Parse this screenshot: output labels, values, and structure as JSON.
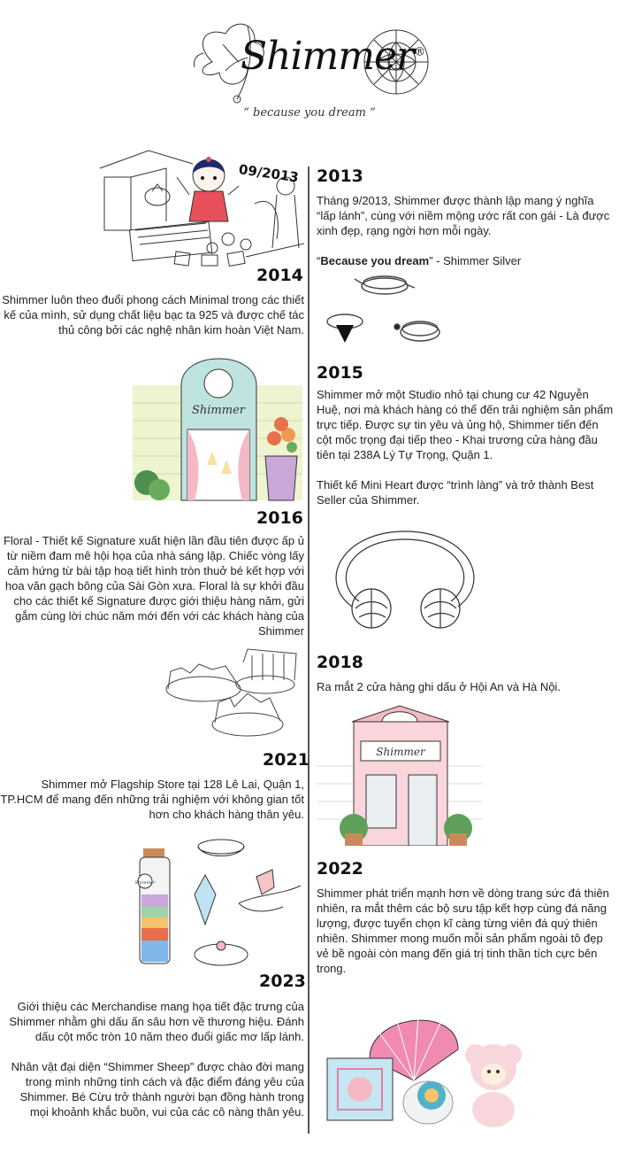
{
  "header": {
    "brand": "Shimmer",
    "registered": "®",
    "tagline": "“ because you dream ”"
  },
  "timeline": {
    "y2013": {
      "year": "2013",
      "p1": "Tháng 9/2013, Shimmer được thành lập mang ý nghĩa “lấp lánh”, cùng với niềm mộng ước rất con gái - Là được xinh đẹp, rạng ngời hơn mỗi ngày.",
      "p2_bold": "Because you dream",
      "p2_rest": "” - Shimmer Silver",
      "p2_open": "“",
      "illustration_date": "09/2013"
    },
    "y2014": {
      "year": "2014",
      "p1": "Shimmer luôn theo đuổi phong cách Minimal trong các thiết kế của mình, sử dụng chất liệu bạc ta 925 và được chế tác thủ công bởi các nghệ nhân kim hoàn Việt Nam."
    },
    "y2015": {
      "year": "2015",
      "p1": "Shimmer mở một Studio nhỏ tại chung cư 42 Nguyễn Huệ, nơi mà khách hàng có thể đến trải nghiệm sản phẩm trực tiếp. Được sự tin yêu và ủng hộ, Shimmer tiến đến cột mốc trọng đại tiếp theo - Khai trương cửa hàng đầu tiên tại 238A Lý Tự Trọng, Quận 1.",
      "p2": "Thiết kế Mini Heart được “trình làng” và trở thành Best Seller của Shimmer.",
      "shop_sign": "Shimmer"
    },
    "y2016": {
      "year": "2016",
      "p1": "Floral - Thiết kế Signature xuất hiện lần đầu tiên được ấp ủ từ niềm đam mê hội họa của nhà sáng lập. Chiếc vòng lấy cảm hứng từ bài tập hoạ tiết hình tròn thuở bé kết hợp với hoa văn gạch bông của Sài Gòn xưa. Floral là sự khởi đầu cho các thiết kế Signature được giới thiệu hàng năm, gửi gắm cùng lời chúc năm mới đến với các khách hàng của Shimmer"
    },
    "y2018": {
      "year": "2018",
      "p1": "Ra mắt 2 cửa hàng ghi dấu ở Hội An và Hà Nội.",
      "shop_sign": "Shimmer"
    },
    "y2021": {
      "year": "2021",
      "p1": "Shimmer mở Flagship Store tại 128 Lê Lai, Quận 1, TP.HCM để mang đến những trải nghiệm với không gian tốt hơn cho khách hàng thân yêu."
    },
    "y2022": {
      "year": "2022",
      "p1": "Shimmer phát triển mạnh hơn về dòng trang sức đá thiên nhiên, ra mắt thêm các bộ sưu tập kết hợp cùng đá năng lượng, được tuyển chọn kĩ càng từng viên đá quý thiên nhiên. Shimmer mong muốn mỗi sản phẩm ngoài tô đẹp vẻ bề ngoài còn mang đến giá trị tinh thần tích cực bên trong.",
      "jar_label": "Shimmer"
    },
    "y2023": {
      "year": "2023",
      "p1": "Giới thiệu các Merchandise mang họa tiết đặc trưng của Shimmer nhằm ghi dấu ấn sâu hơn về thương hiệu. Đánh dấu cột mốc tròn 10 năm theo đuổi giấc mơ lấp lánh.",
      "p2": "Nhân vật đại diện “Shimmer Sheep” được chào đời mang trong mình những tính cách và đặc điểm đáng yêu của Shimmer. Bé Cừu trở thành người bạn đồng hành trong mọi khoảnh khắc buồn, vui của các cô nàng thân yêu."
    }
  },
  "colors": {
    "line": "#555555",
    "ink": "#222222",
    "pink": "#f4b9c4",
    "mint": "#bfe3df",
    "cream": "#f7f1d8"
  }
}
